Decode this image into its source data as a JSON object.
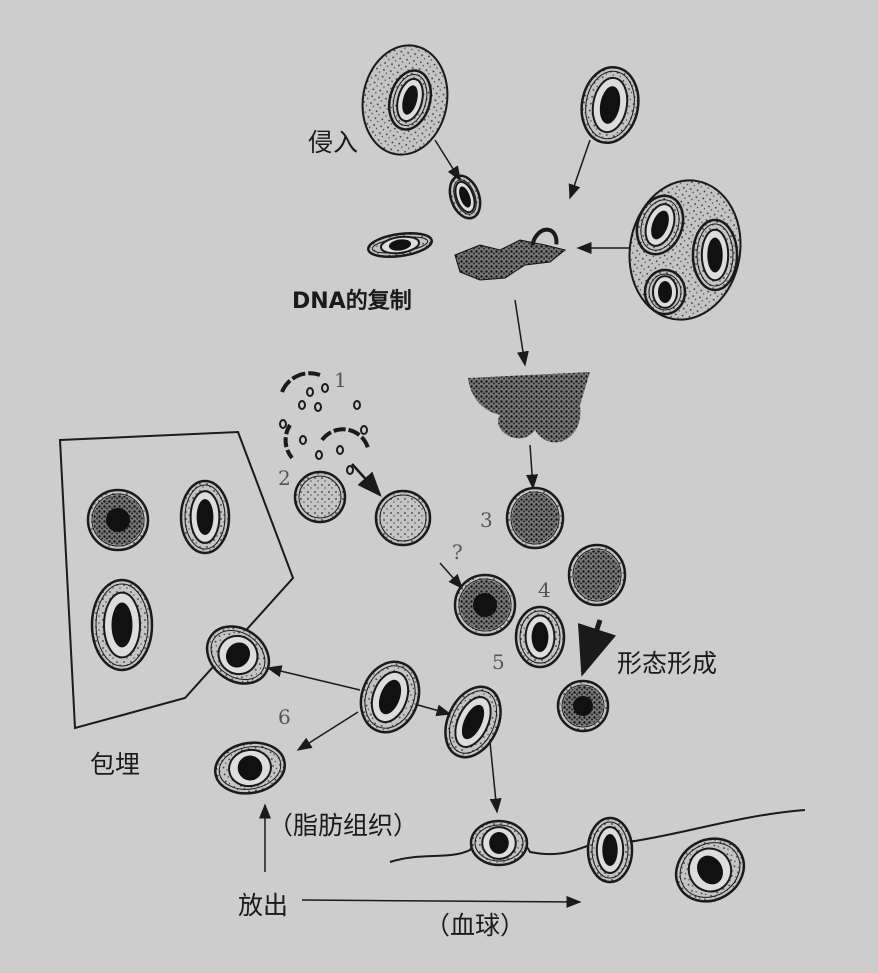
{
  "labels": {
    "invasion": "侵入",
    "dna_replication": "DNA的复制",
    "n1": "1",
    "n2": "2",
    "n3": "3",
    "question": "?",
    "n4": "4",
    "n5": "5",
    "morphogenesis": "形态形成",
    "n6": "6",
    "encapsulation": "包埋",
    "adipose_tissue": "（脂肪组织）",
    "release": "放出",
    "blood_cells": "（血球）"
  },
  "colors": {
    "background": "#cdcdcd",
    "ink": "#1a1a1a"
  }
}
